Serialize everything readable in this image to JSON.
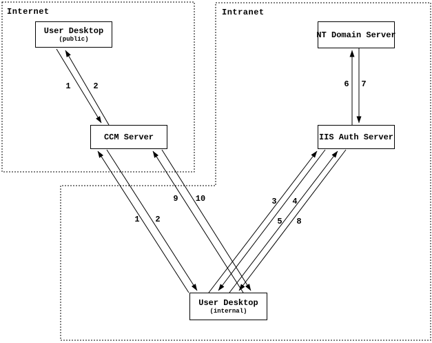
{
  "zones": {
    "internet": {
      "label": "Internet"
    },
    "intranet": {
      "label": "Intranet"
    }
  },
  "nodes": {
    "user_desktop_public": {
      "title": "User Desktop",
      "subtitle": "(public)"
    },
    "ccm_server": {
      "title": "CCM Server"
    },
    "nt_domain_server": {
      "title": "NT Domain Server"
    },
    "iis_auth_server": {
      "title": "IIS Auth Server"
    },
    "user_desktop_internal": {
      "title": "User Desktop",
      "subtitle": "(internal)"
    }
  },
  "flows": [
    {
      "step": "1",
      "from": "User Desktop (public)",
      "to": "CCM Server"
    },
    {
      "step": "2",
      "from": "CCM Server",
      "to": "User Desktop (public)"
    },
    {
      "step": "1",
      "from": "User Desktop (internal)",
      "to": "CCM Server"
    },
    {
      "step": "2",
      "from": "CCM Server",
      "to": "User Desktop (internal)"
    },
    {
      "step": "9",
      "from": "User Desktop (internal)",
      "to": "CCM Server"
    },
    {
      "step": "10",
      "from": "CCM Server",
      "to": "User Desktop (internal)"
    },
    {
      "step": "3",
      "from": "User Desktop (internal)",
      "to": "IIS Auth Server"
    },
    {
      "step": "4",
      "from": "IIS Auth Server",
      "to": "User Desktop (internal)"
    },
    {
      "step": "5",
      "from": "User Desktop (internal)",
      "to": "IIS Auth Server"
    },
    {
      "step": "8",
      "from": "IIS Auth Server",
      "to": "User Desktop (internal)"
    },
    {
      "step": "6",
      "from": "IIS Auth Server",
      "to": "NT Domain Server"
    },
    {
      "step": "7",
      "from": "NT Domain Server",
      "to": "IIS Auth Server"
    }
  ],
  "colors": {
    "line": "#000000",
    "background": "#ffffff"
  }
}
